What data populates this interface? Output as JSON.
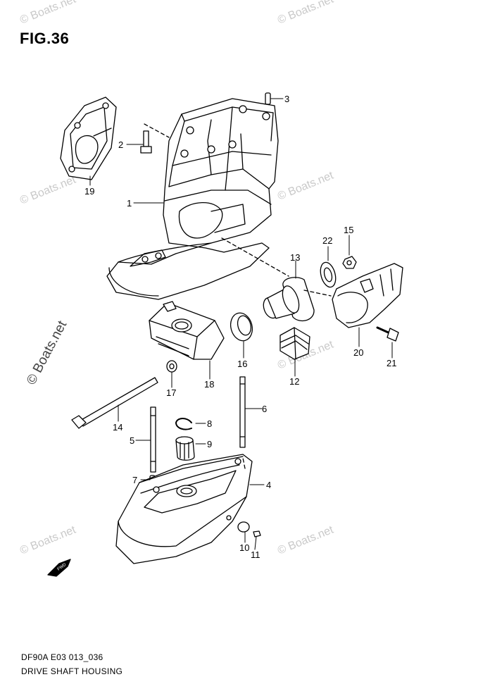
{
  "figure": {
    "title": "FIG.36"
  },
  "footer": {
    "code": "DF90A E03 013_036",
    "name": "DRIVE SHAFT HOUSING"
  },
  "watermark": {
    "text": "© Boats.net"
  },
  "fwd_label": "FWD",
  "callouts": [
    "1",
    "2",
    "3",
    "4",
    "5",
    "6",
    "7",
    "8",
    "9",
    "10",
    "11",
    "12",
    "13",
    "14",
    "15",
    "16",
    "17",
    "18",
    "19",
    "20",
    "21",
    "22"
  ]
}
